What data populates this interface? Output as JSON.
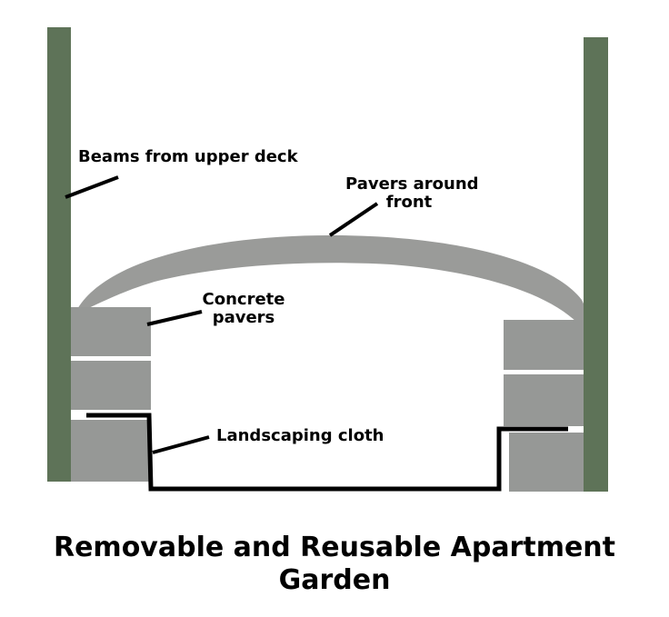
{
  "labels": {
    "beams": "Beams from upper deck",
    "pavers_front_line1": "Pavers around",
    "pavers_front_line2": "front",
    "concrete_line1": "Concrete",
    "concrete_line2": "pavers",
    "cloth": "Landscaping cloth"
  },
  "title": {
    "line1": "Removable and Reusable Apartment",
    "line2": "Garden"
  },
  "colors": {
    "beam": "#5e7358",
    "paver": "#969896",
    "arch": "#9a9b99",
    "line": "#000000",
    "background": "#ffffff"
  }
}
